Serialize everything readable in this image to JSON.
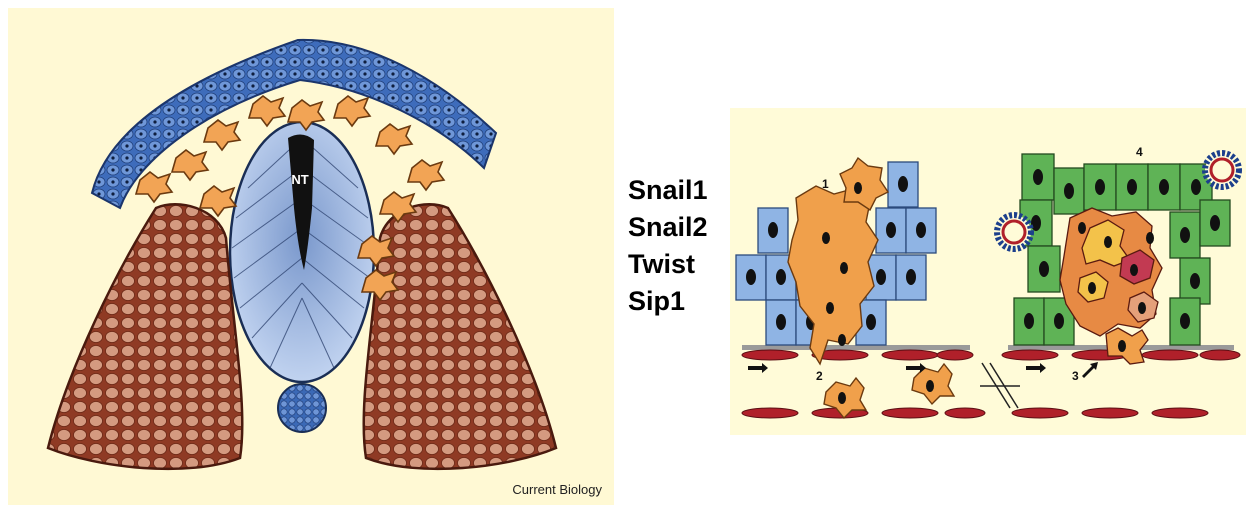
{
  "left_panel": {
    "neural_tube_label": "NT",
    "credit": "Current Biology",
    "colors": {
      "background": "#fff9d4",
      "ectoderm": "#4a78c6",
      "neural_crest": "#f2a455",
      "somite": "#a84a30",
      "neural_tube": "#a9c2ee",
      "lumen": "#111111"
    }
  },
  "gene_list": [
    "Snail1",
    "Snail2",
    "Twist",
    "Sip1"
  ],
  "right_panel": {
    "step_labels": [
      "1",
      "2",
      "3",
      "4"
    ],
    "colors": {
      "background": "#fffbd8",
      "blue_cell": "#8fb4e4",
      "green_cell": "#5fb356",
      "mesenchymal_cell": "#f0a04b",
      "endothelium": "#b0202a"
    }
  }
}
